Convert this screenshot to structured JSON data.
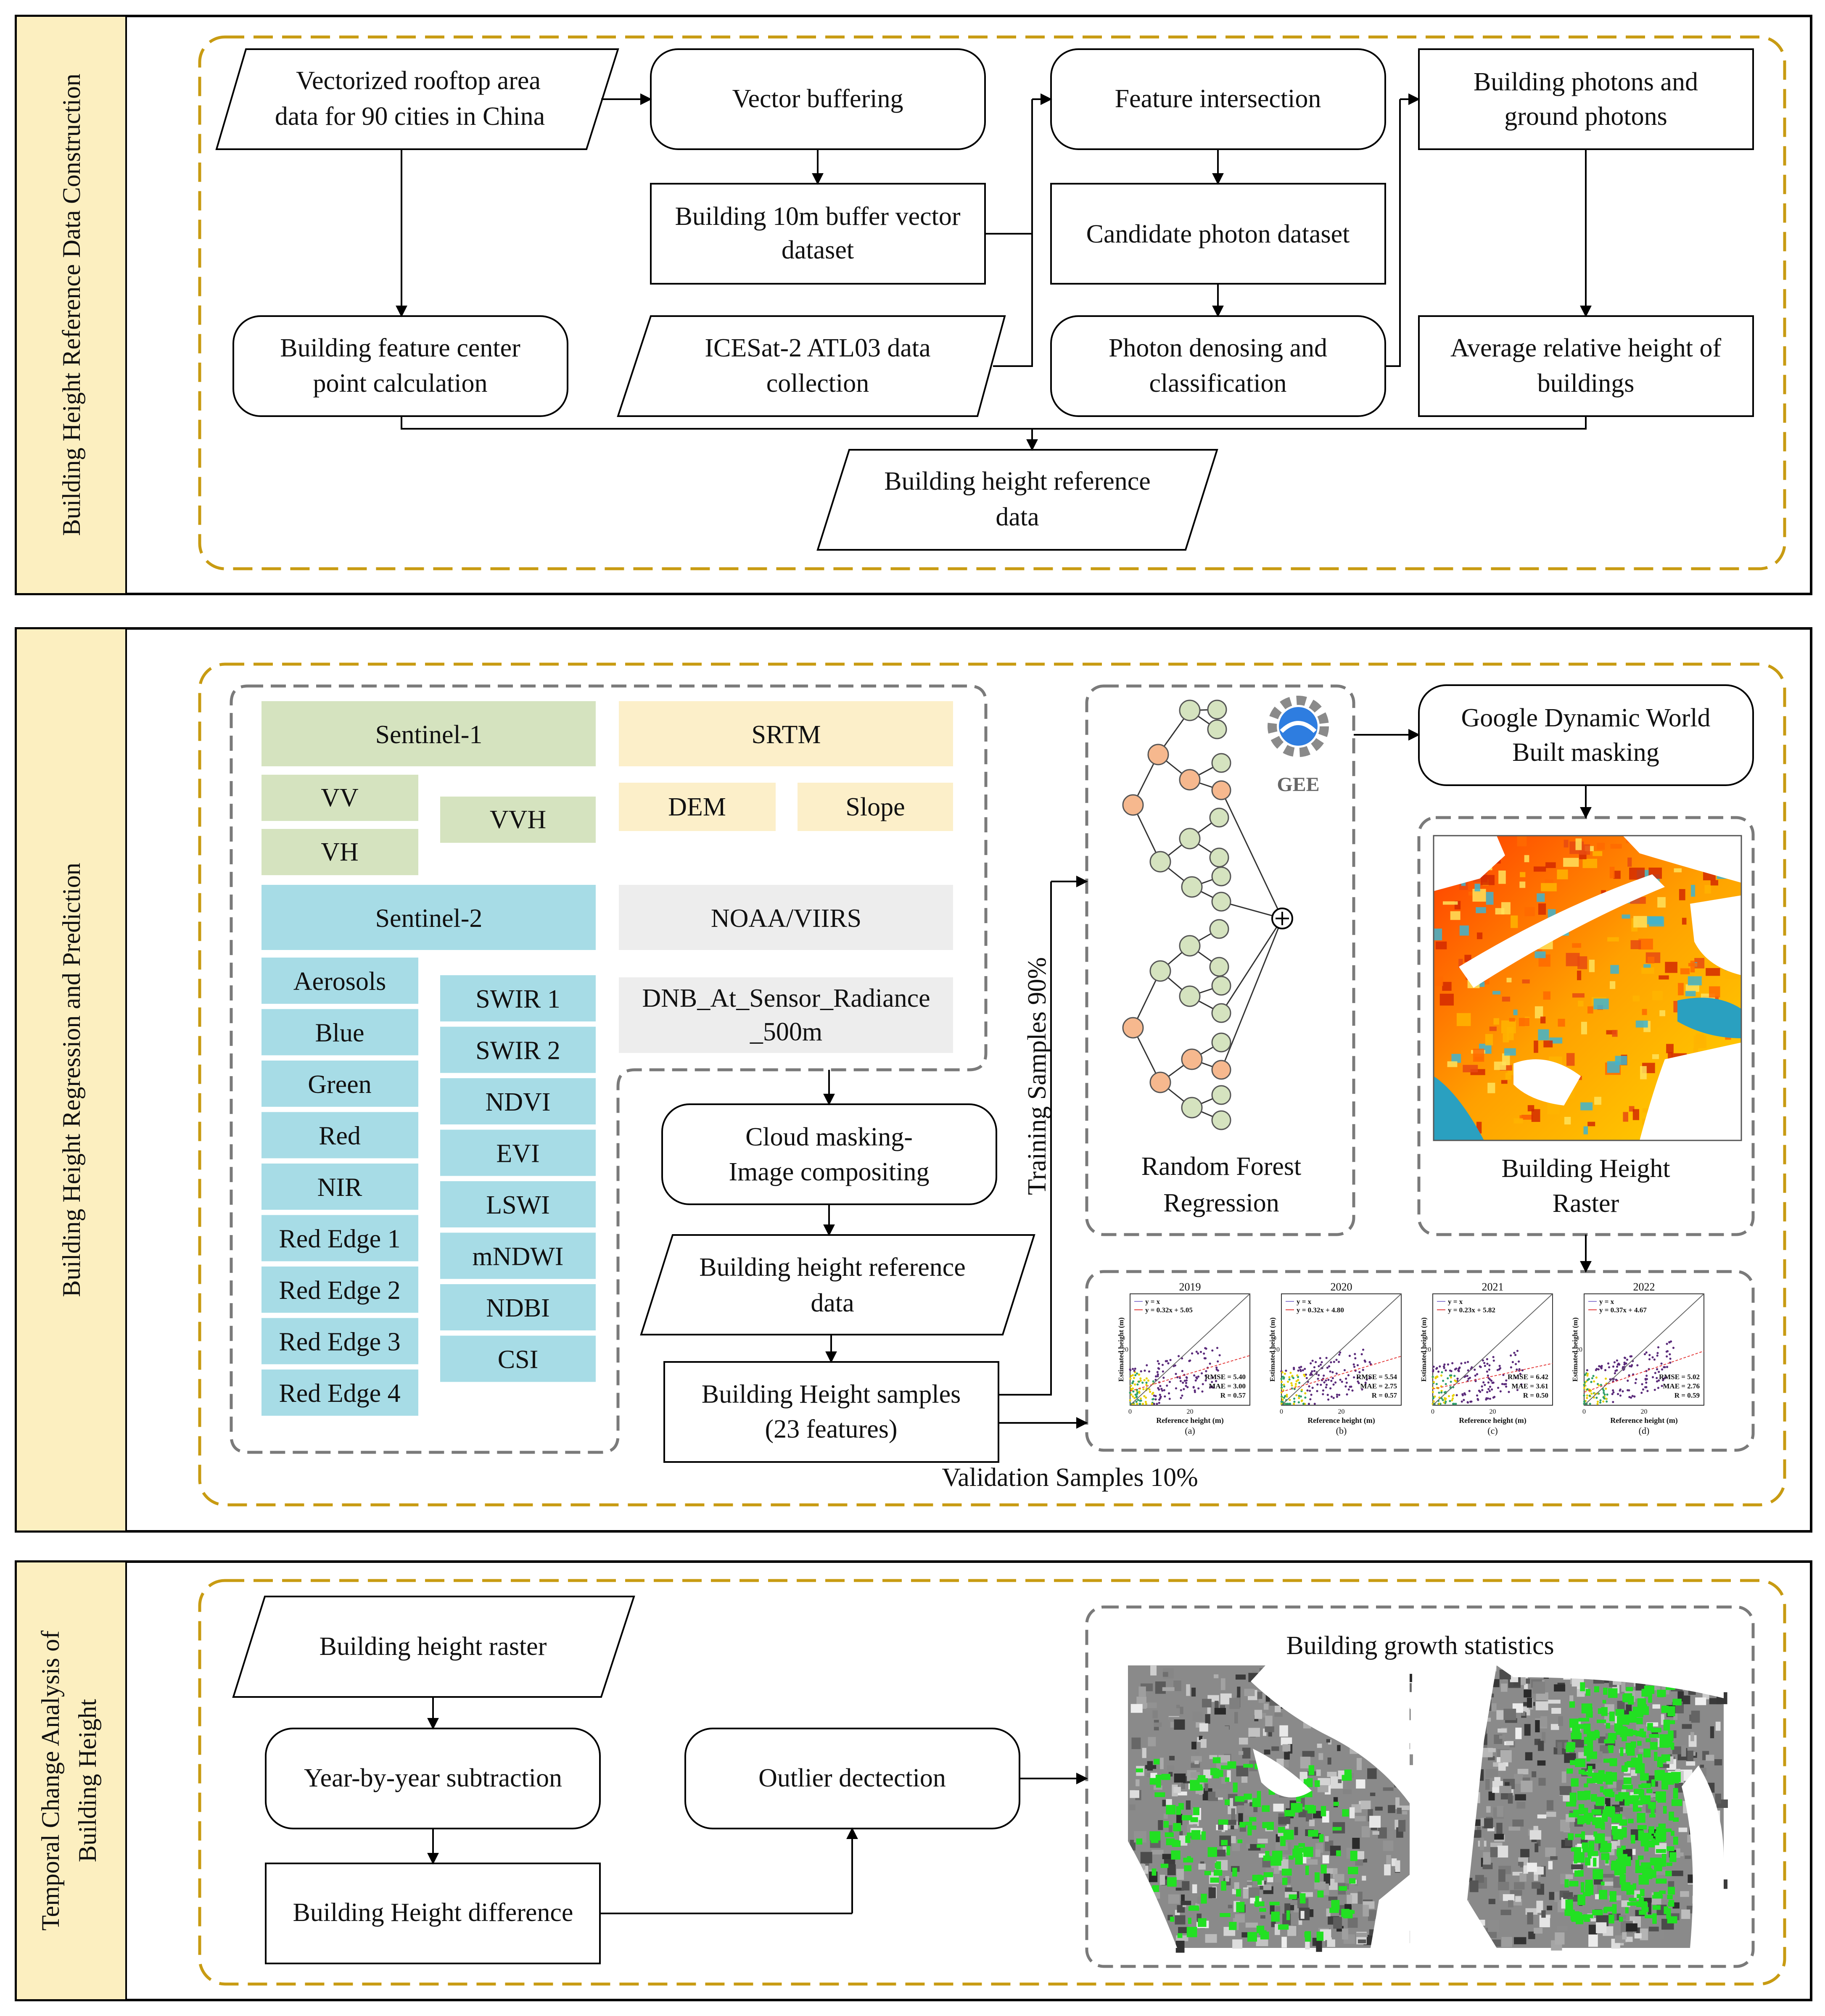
{
  "sections": [
    {
      "label": "Building Height Reference Data Construction"
    },
    {
      "label": "Building Height Regression and Prediction"
    },
    {
      "label_line1": "Temporal Change Analysis of",
      "label_line2": "Building Height"
    }
  ],
  "sec1": {
    "rooftop": [
      "Vectorized rooftop area",
      "data for 90 cities in China"
    ],
    "vector_buffering": "Vector buffering",
    "buffer_dataset": [
      "Building 10m buffer vector",
      "dataset"
    ],
    "icesat": [
      "ICESat-2 ATL03 data",
      "collection"
    ],
    "center_point": [
      "Building feature center",
      "point calculation"
    ],
    "feature_intersection": "Feature intersection",
    "candidate": "Candidate photon dataset",
    "denoising": [
      "Photon denosing and",
      "classification"
    ],
    "photons": [
      "Building photons and",
      "ground photons"
    ],
    "avg_height": [
      "Average relative height of",
      "buildings"
    ],
    "reference": [
      "Building height reference",
      "data"
    ]
  },
  "sec2": {
    "sentinel1": {
      "title": "Sentinel-1",
      "vv": "VV",
      "vh": "VH",
      "vvh": "VVH",
      "color": "#D5E3BF"
    },
    "srtm": {
      "title": "SRTM",
      "dem": "DEM",
      "slope": "Slope",
      "color": "#FCEFC9"
    },
    "sentinel2": {
      "title": "Sentinel-2",
      "color": "#A7DCE6",
      "left_bands": [
        "Aerosols",
        "Blue",
        "Green",
        "Red",
        "NIR",
        "Red Edge 1",
        "Red Edge 2",
        "Red Edge 3",
        "Red Edge 4"
      ],
      "right_bands": [
        "SWIR 1",
        "SWIR 2",
        "NDVI",
        "EVI",
        "LSWI",
        "mNDWI",
        "NDBI",
        "CSI"
      ]
    },
    "noaa": {
      "title": "NOAA/VIIRS",
      "dnb": [
        "DNB_At_Sensor_Radiance",
        "_500m"
      ],
      "color": "#EDEDED"
    },
    "cloud_masking": [
      "Cloud masking-",
      "Image compositing"
    ],
    "reference": [
      "Building height reference",
      "data"
    ],
    "samples": [
      "Building Height samples",
      "(23 features)"
    ],
    "training": "Training Samples 90%",
    "validation": "Validation Samples 10%",
    "gee": "GEE",
    "rf": [
      "Random Forest",
      "Regression"
    ],
    "dynamic_world": [
      "Google Dynamic World",
      "Built masking"
    ],
    "raster_caption": [
      "Building Height",
      "Raster"
    ]
  },
  "sec3": {
    "raster": "Building height raster",
    "subtraction": "Year-by-year subtraction",
    "difference": "Building Height difference",
    "outlier": "Outlier dectection",
    "growth": "Building growth statistics"
  },
  "chart_data": [
    {
      "type": "scatter",
      "title": "2019",
      "xlabel": "Reference height (m)",
      "ylabel": "Estimated height (m)",
      "xlim": [
        0,
        40
      ],
      "ylim": [
        0,
        40
      ],
      "legend": [
        "y = x",
        "y = 0.32x + 5.05"
      ],
      "stats": [
        "RMSE = 5.40",
        "MAE = 3.00",
        "R = 0.57"
      ],
      "panel": "(a)",
      "slope": 0.32,
      "intercept": 5.05
    },
    {
      "type": "scatter",
      "title": "2020",
      "xlabel": "Reference height (m)",
      "ylabel": "Estimated height (m)",
      "xlim": [
        0,
        40
      ],
      "ylim": [
        0,
        40
      ],
      "legend": [
        "y = x",
        "y = 0.32x + 4.80"
      ],
      "stats": [
        "RMSE = 5.54",
        "MAE = 2.75",
        "R = 0.57"
      ],
      "panel": "(b)",
      "slope": 0.32,
      "intercept": 4.8
    },
    {
      "type": "scatter",
      "title": "2021",
      "xlabel": "Reference height (m)",
      "ylabel": "Estimated height (m)",
      "xlim": [
        0,
        40
      ],
      "ylim": [
        0,
        40
      ],
      "legend": [
        "y = x",
        "y = 0.23x + 5.82"
      ],
      "stats": [
        "RMSE = 6.42",
        "MAE = 3.61",
        "R = 0.50"
      ],
      "panel": "(c)",
      "slope": 0.23,
      "intercept": 5.82
    },
    {
      "type": "scatter",
      "title": "2022",
      "xlabel": "Reference height (m)",
      "ylabel": "Estimated height (m)",
      "xlim": [
        0,
        40
      ],
      "ylim": [
        0,
        40
      ],
      "legend": [
        "y = x",
        "y = 0.37x + 4.67"
      ],
      "stats": [
        "RMSE = 5.02",
        "MAE = 2.76",
        "R = 0.59"
      ],
      "panel": "(d)",
      "slope": 0.37,
      "intercept": 4.67
    }
  ]
}
